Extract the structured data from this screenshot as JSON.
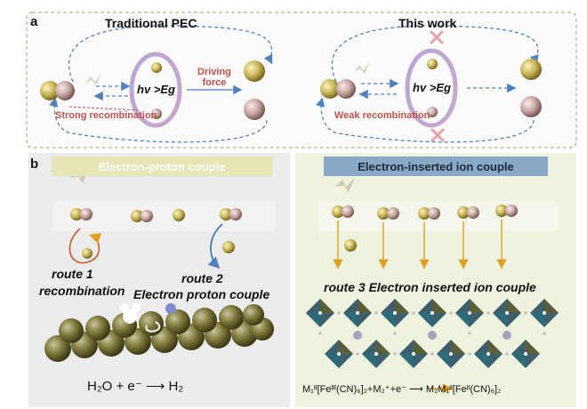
{
  "panel_a": {
    "letter": "a",
    "left_title": "Traditional PEC",
    "right_title": "This work",
    "hv_eg": "hv >Eg",
    "driving_force": "Driving\nforce",
    "strong_recombination": "Strong recombination",
    "weak_recombination": "Weak recombination"
  },
  "panel_b": {
    "letter": "b",
    "left_banner": "Electron-proton couple",
    "right_banner": "Electron-inserted ion couple",
    "route1": "route 1",
    "route1_sub": "recombination",
    "route2": "route 2",
    "route2_sub": "Electron proton couple",
    "route3": "route 3  Electron inserted ion couple",
    "equation_left": "H₂O + e⁻ ⟶ H₂",
    "equation_right": "M₁ᴵᴵ[Feᴵᴵᴵ(CN)₆]₂+M₂⁺+e⁻ ⟶ M₂M₁ᴵᴵ[Feᴵᴵ(CN)₆]₂"
  },
  "colors": {
    "recombination_red": "#c0504d",
    "arrow_blue": "#4f81bd",
    "arrow_orange": "#e0a020",
    "left_banner_bg": "#e6e6b4",
    "right_banner_bg": "#8aa8c8",
    "panel_b_left_bg": "#ececec",
    "panel_b_right_bg": "#eef3e0"
  }
}
